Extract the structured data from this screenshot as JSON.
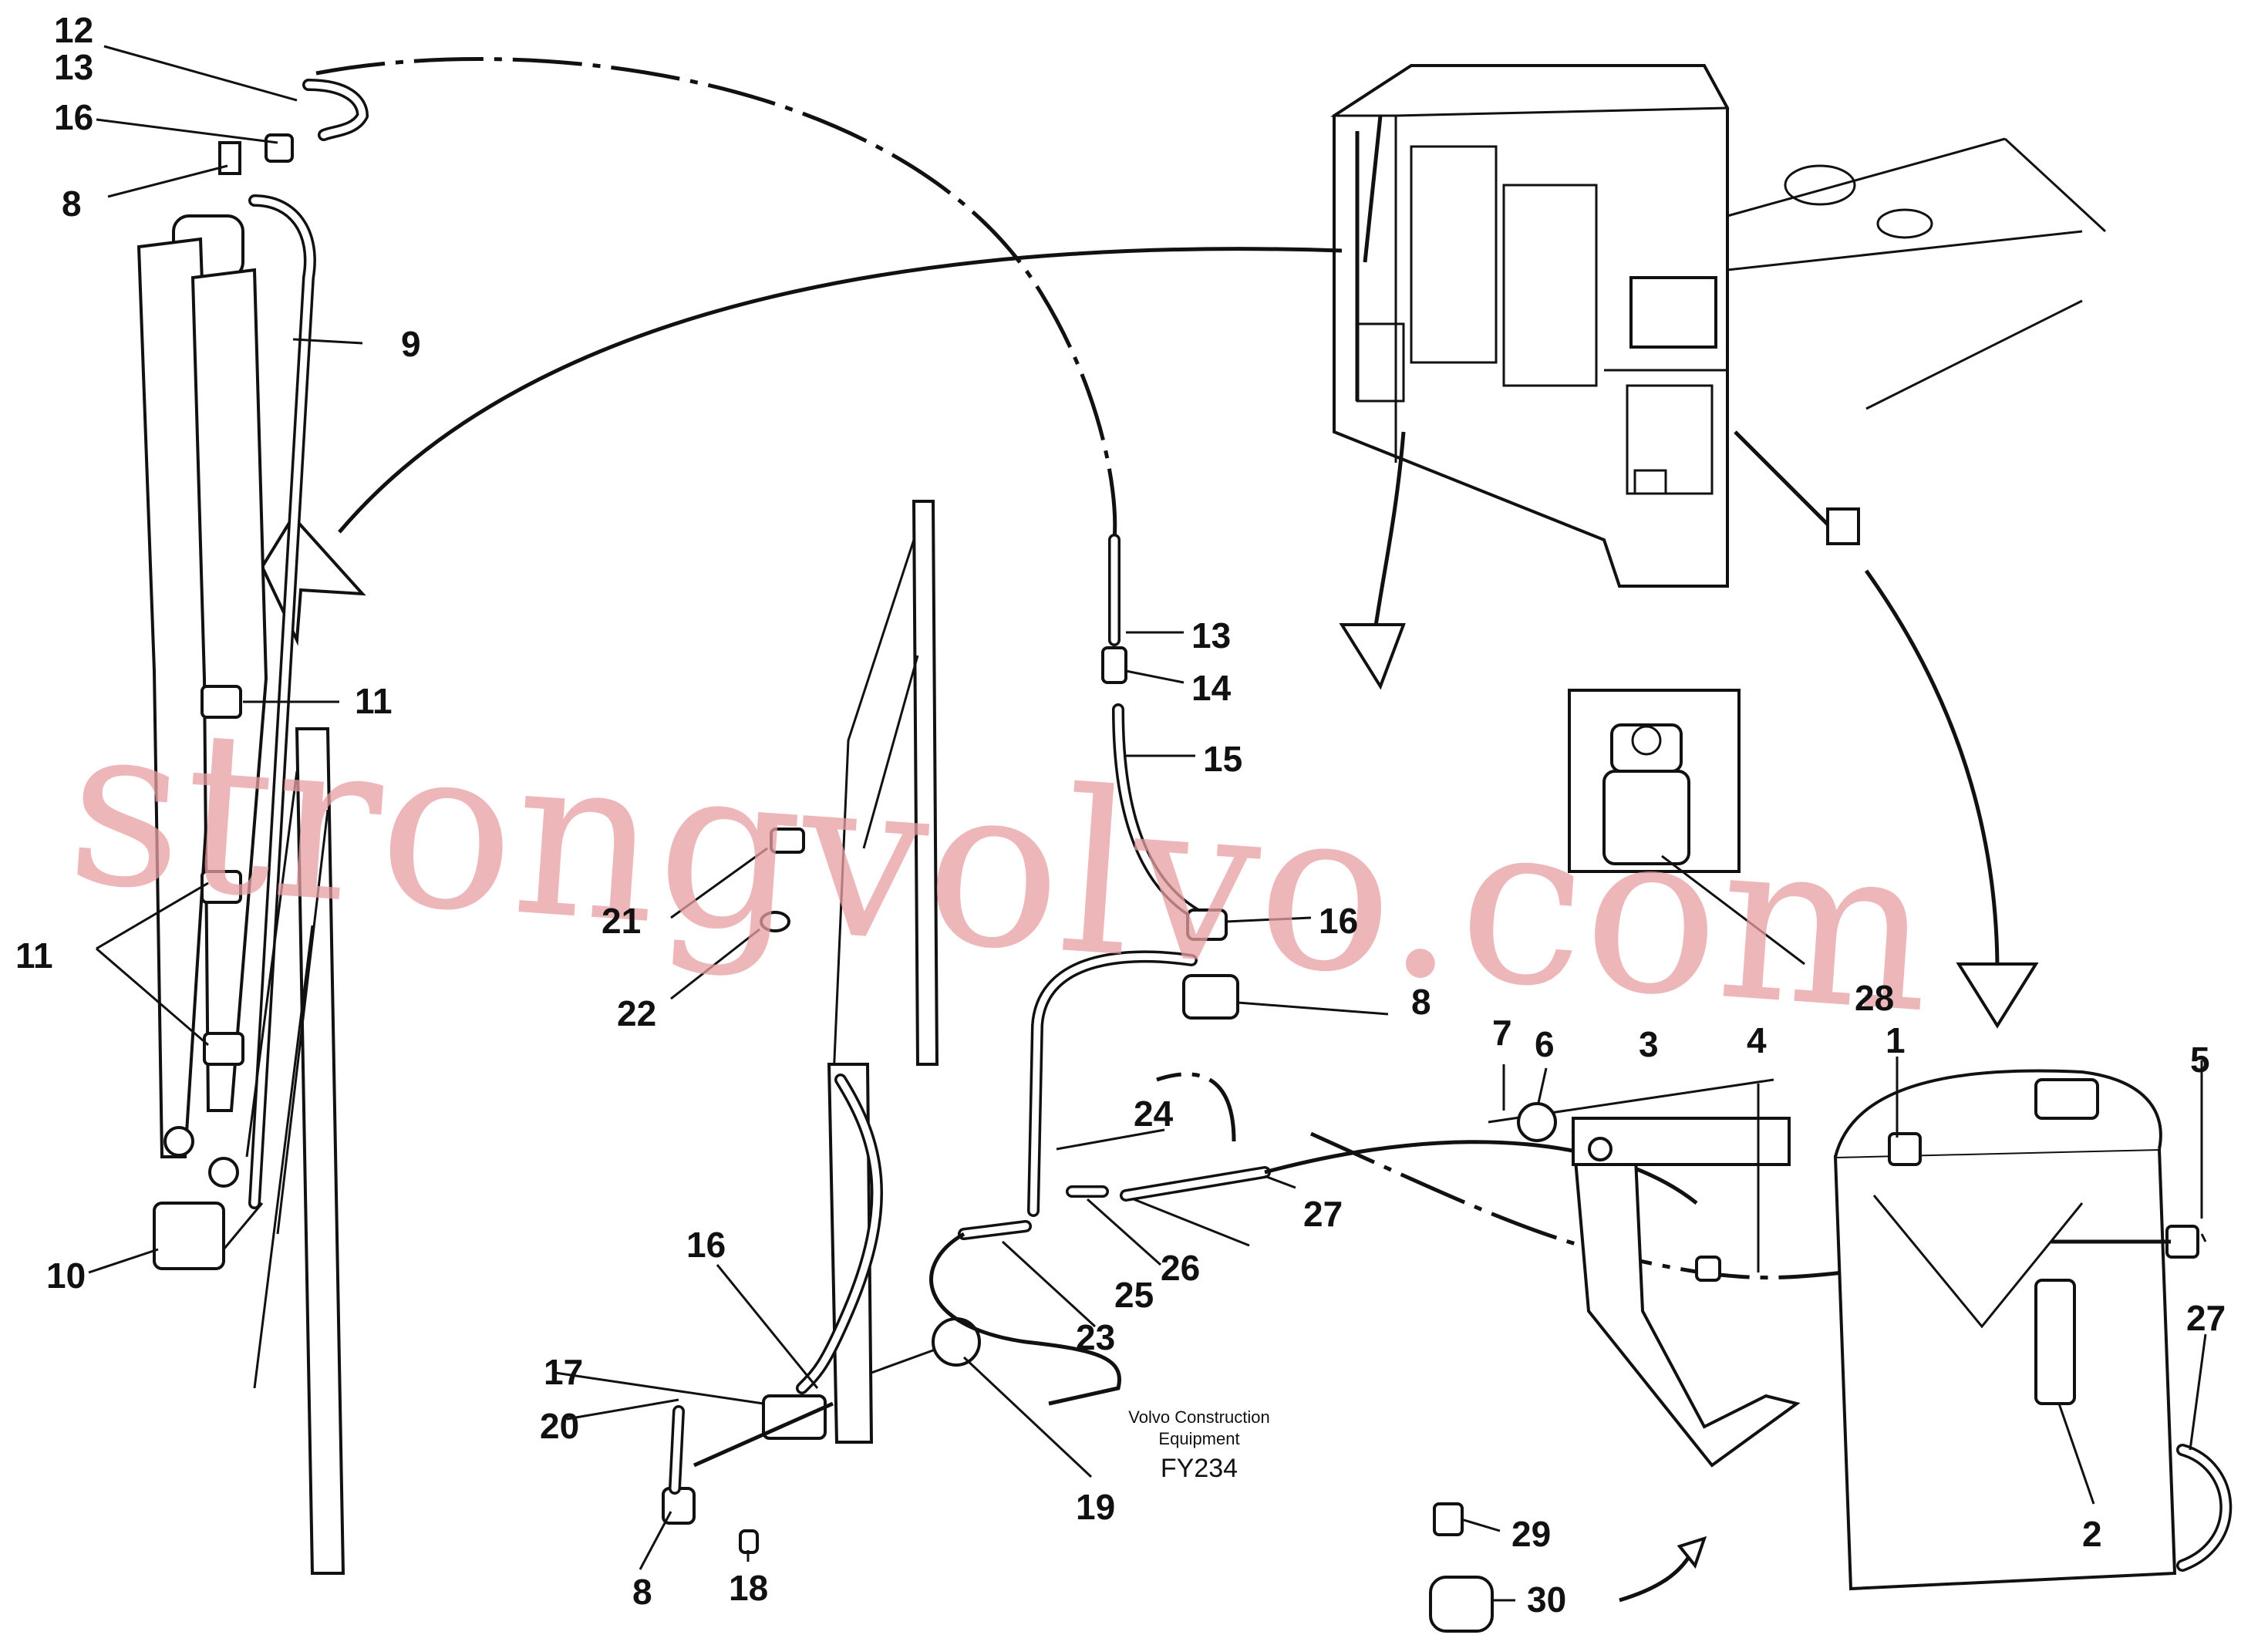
{
  "watermark": "strongvolvo.com",
  "caption": {
    "line1": "Volvo Construction",
    "line2": "Equipment",
    "code": "FY234"
  },
  "callouts": {
    "c12": "12",
    "c13a": "13",
    "c16a": "16",
    "c8a": "8",
    "c9": "9",
    "c11a": "11",
    "c11b": "11",
    "c10": "10",
    "c13b": "13",
    "c14": "14",
    "c15": "15",
    "c16b": "16",
    "c8b": "8",
    "c21": "21",
    "c22": "22",
    "c24": "24",
    "c27a": "27",
    "c26": "26",
    "c25": "25",
    "c23": "23",
    "c16c": "16",
    "c17": "17",
    "c20": "20",
    "c19": "19",
    "c8c": "8",
    "c18": "18",
    "c7": "7",
    "c6": "6",
    "c3": "3",
    "c4": "4",
    "c1": "1",
    "c5": "5",
    "c28": "28",
    "c27b": "27",
    "c2": "2",
    "c29": "29",
    "c30": "30"
  }
}
